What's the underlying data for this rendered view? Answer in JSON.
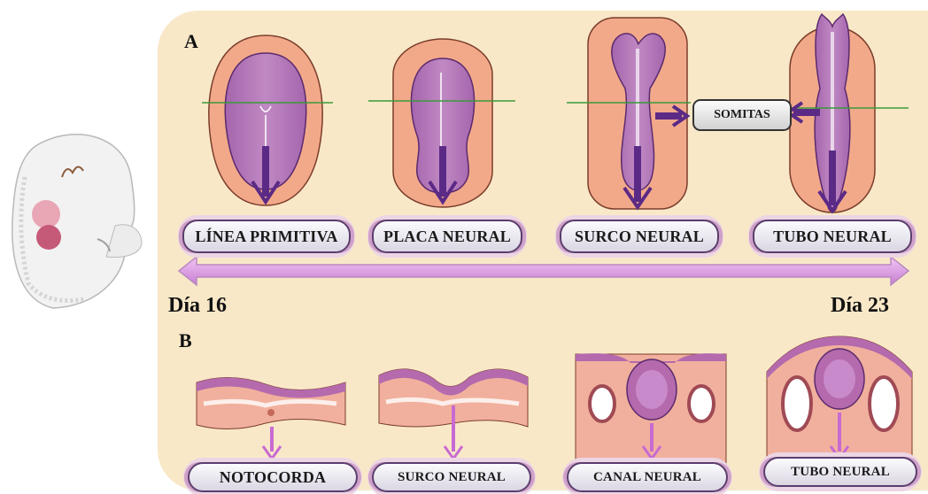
{
  "panel_letters": {
    "a": "A",
    "b": "B"
  },
  "somites_label": "SOMITAS",
  "stages_top": [
    {
      "label": "LÍNEA PRIMITIVA"
    },
    {
      "label": "PLACA NEURAL"
    },
    {
      "label": "SURCO NEURAL"
    },
    {
      "label": "TUBO NEURAL"
    }
  ],
  "timeline": {
    "start": "Día 16",
    "end": "Día 23"
  },
  "stages_bottom": [
    {
      "label": "NOTOCORDA"
    },
    {
      "label": "SURCO NEURAL"
    },
    {
      "label": "CANAL NEURAL"
    },
    {
      "label": "TUBO NEURAL"
    }
  ],
  "colors": {
    "panel_bg": "#f9e8c8",
    "tissue_outer": "#f2a98a",
    "neural_plate": "#a86aae",
    "arrow": "#5b2a86",
    "section_arrow": "#c86ad2",
    "section_line": "#3a9a3a"
  },
  "icons": [
    "embryo-side-view-icon",
    "arrow-down-icon",
    "arrow-right-icon",
    "arrow-left-icon",
    "double-arrow-icon"
  ]
}
